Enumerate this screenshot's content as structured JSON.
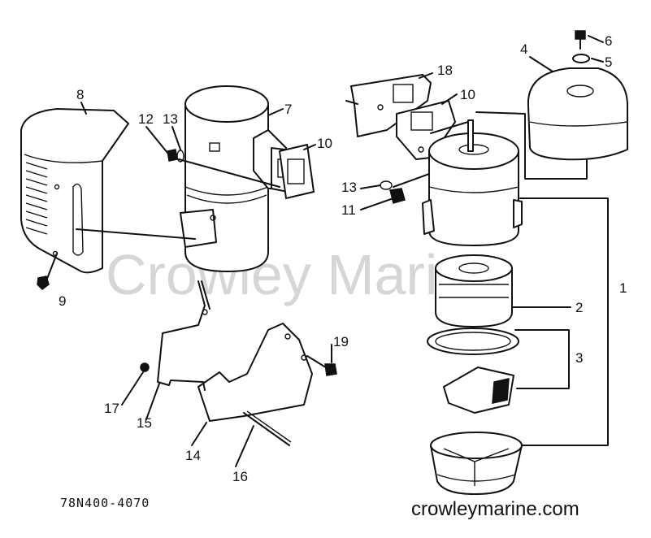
{
  "diagram": {
    "callouts": [
      {
        "id": "c1",
        "text": "1"
      },
      {
        "id": "c2",
        "text": "2"
      },
      {
        "id": "c3",
        "text": "3"
      },
      {
        "id": "c4",
        "text": "4"
      },
      {
        "id": "c5",
        "text": "5"
      },
      {
        "id": "c6",
        "text": "6"
      },
      {
        "id": "c7",
        "text": "7"
      },
      {
        "id": "c8",
        "text": "8"
      },
      {
        "id": "c9",
        "text": "9"
      },
      {
        "id": "c10a",
        "text": "10"
      },
      {
        "id": "c10b",
        "text": "10"
      },
      {
        "id": "c11",
        "text": "11"
      },
      {
        "id": "c12",
        "text": "12"
      },
      {
        "id": "c13a",
        "text": "13"
      },
      {
        "id": "c13b",
        "text": "13"
      },
      {
        "id": "c14",
        "text": "14"
      },
      {
        "id": "c15",
        "text": "15"
      },
      {
        "id": "c16",
        "text": "16"
      },
      {
        "id": "c17",
        "text": "17"
      },
      {
        "id": "c18",
        "text": "18"
      },
      {
        "id": "c19",
        "text": "19"
      }
    ],
    "part_code": "78N400-4070",
    "watermark": "Crowley Marine",
    "website": "crowleymarine.com",
    "colors": {
      "line": "#111111",
      "background": "#ffffff",
      "watermark": "#d6d6d6"
    }
  }
}
